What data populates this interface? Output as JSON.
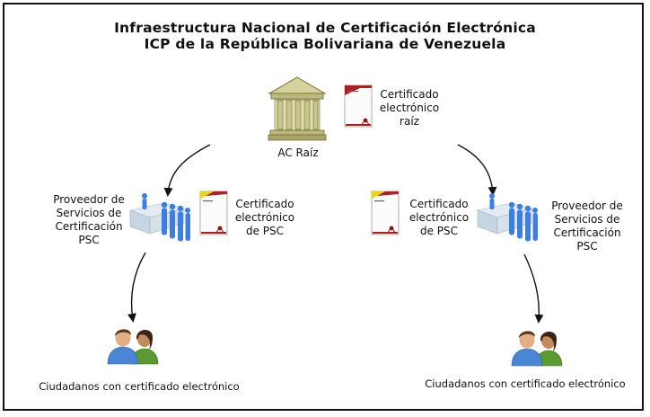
{
  "title": {
    "line1": "Infraestructura Nacional de Certificación Electrónica",
    "line2": "ICP de la República Bolivariana de Venezuela"
  },
  "root": {
    "name": "AC Raíz",
    "cert_lines": [
      "Certificado",
      "electrónico",
      "raíz"
    ]
  },
  "psc_left": {
    "lines": [
      "Proveedor de",
      "Servicios de",
      "Certificación",
      "PSC"
    ],
    "cert_lines": [
      "Certificado",
      "electrónico",
      "de PSC"
    ]
  },
  "psc_right": {
    "lines": [
      "Proveedor de",
      "Servicios de",
      "Certificación",
      "PSC"
    ],
    "cert_lines": [
      "Certificado",
      "electrónico",
      "de PSC"
    ]
  },
  "citizens_left": {
    "label": "Ciudadanos con certificado electrónico"
  },
  "citizens_right": {
    "label": "Ciudadanos con certificado electrónico"
  },
  "colors": {
    "building": "#c7c48a",
    "cert_ribbon_red": "#b21f1f",
    "cert_corner_yellow": "#e8d800",
    "people_blue": "#3d7fe0",
    "arrow": "#111111"
  }
}
